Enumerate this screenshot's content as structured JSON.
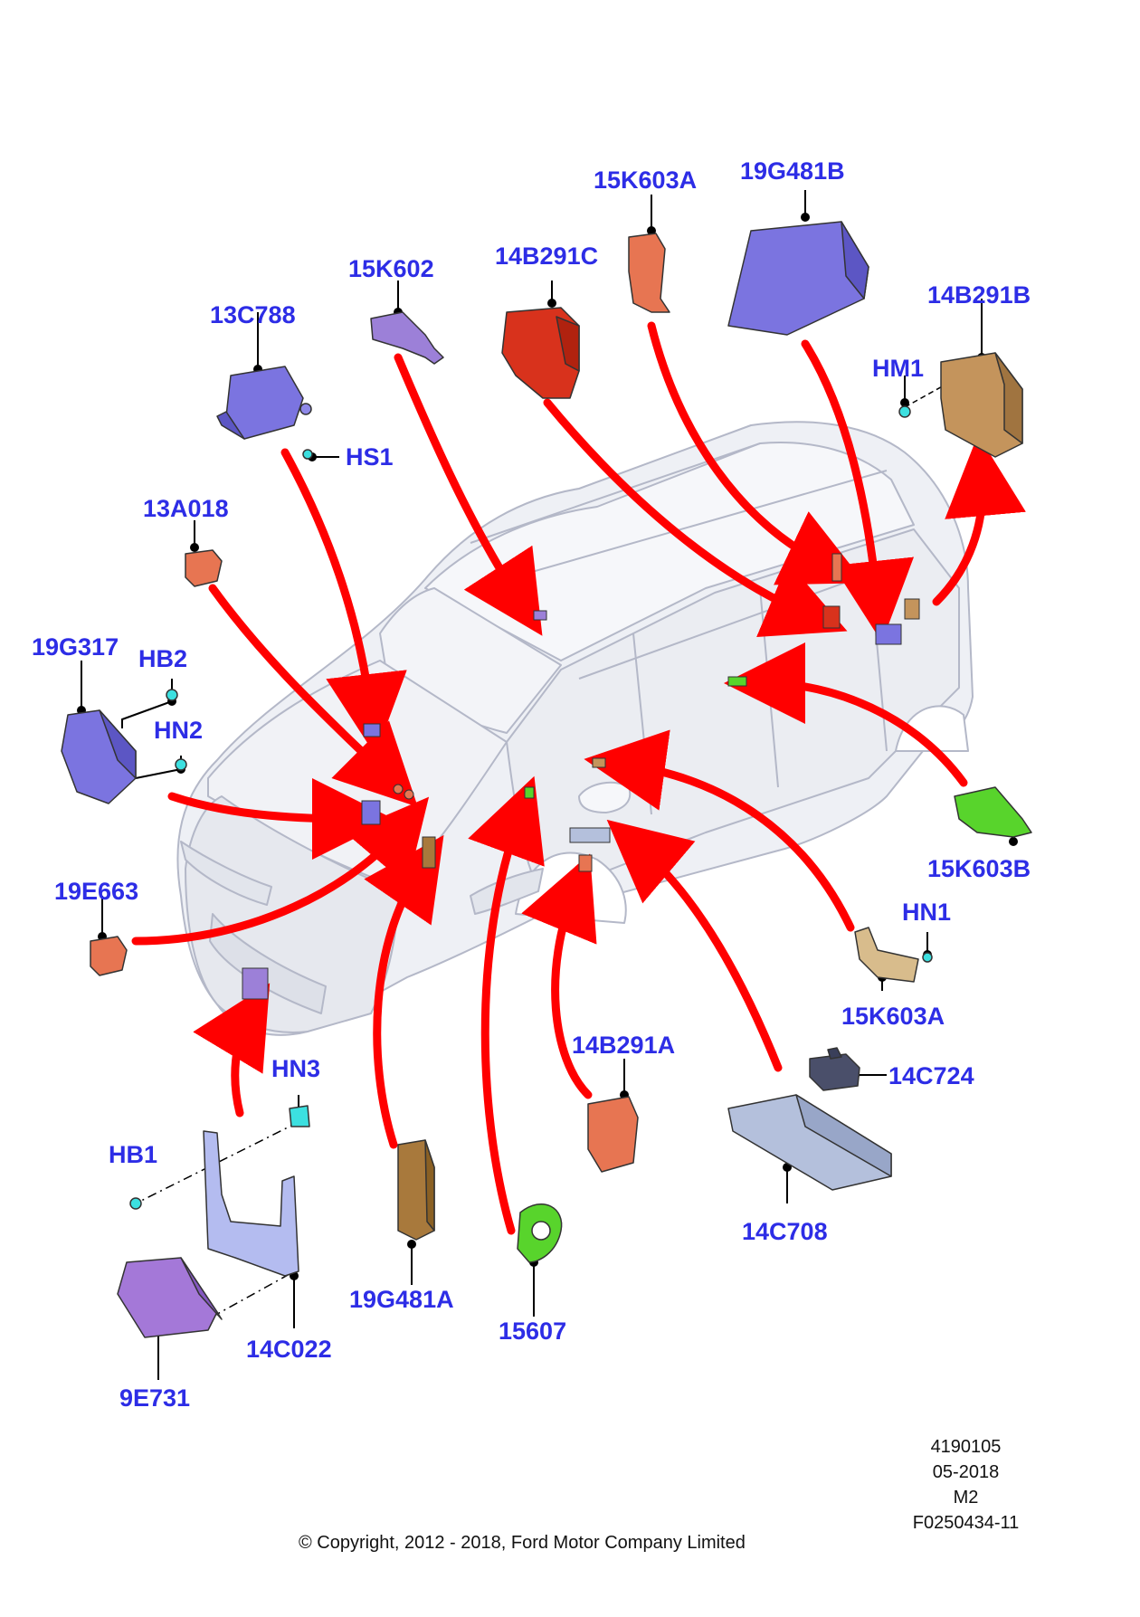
{
  "diagram": {
    "labels": {
      "l_13C788": "13C788",
      "l_HS1": "HS1",
      "l_15K602": "15K602",
      "l_14B291C": "14B291C",
      "l_15K603A_top": "15K603A",
      "l_19G481B": "19G481B",
      "l_14B291B": "14B291B",
      "l_HM1": "HM1",
      "l_13A018": "13A018",
      "l_19G317": "19G317",
      "l_HB2": "HB2",
      "l_HN2": "HN2",
      "l_19E663": "19E663",
      "l_15K603B": "15K603B",
      "l_HN1": "HN1",
      "l_15K603A_bottom": "15K603A",
      "l_14B291A": "14B291A",
      "l_14C724": "14C724",
      "l_HN3": "HN3",
      "l_HB1": "HB1",
      "l_14C708": "14C708",
      "l_19G481A": "19G481A",
      "l_15607": "15607",
      "l_14C022": "14C022",
      "l_9E731": "9E731"
    },
    "colors": {
      "arrow": "#ff0000",
      "label": "#2d2de6",
      "vehicle_fill": "#eef0f5",
      "vehicle_line": "#b4b8c8",
      "module_purple": "#7b74e0",
      "module_lavender": "#9c80d8",
      "module_red": "#d8321c",
      "module_orange": "#e77552",
      "module_tan": "#c4945c",
      "module_brown": "#a8793c",
      "module_green": "#58d42c",
      "module_gray": "#b4c0dc",
      "fastener_cyan": "#3ce0e0"
    }
  },
  "footer": {
    "ref_number": "4190105",
    "date": "05-2018",
    "code": "M2",
    "figure_id": "F0250434-11",
    "copyright": "© Copyright, 2012 - 2018, Ford Motor Company Limited"
  }
}
